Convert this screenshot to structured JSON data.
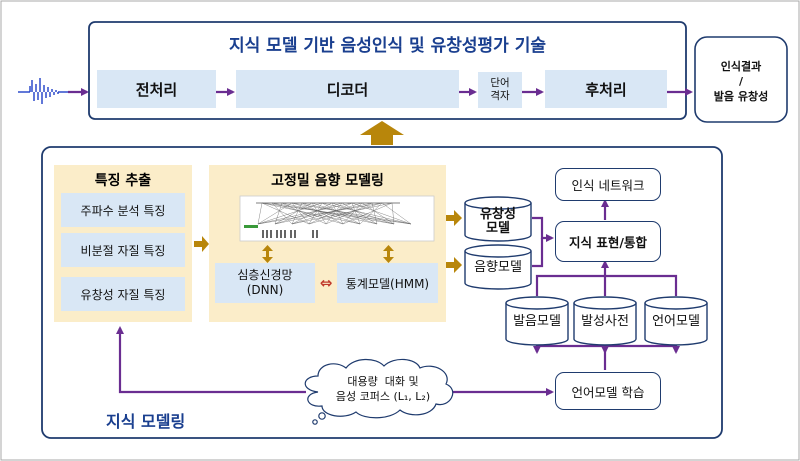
{
  "top_panel": {
    "title": "지식 모델 기반 음성인식 및 유창성평가 기술",
    "steps": {
      "preprocess": "전처리",
      "decoder": "디코더",
      "lattice_line1": "단어",
      "lattice_line2": "격자",
      "postprocess": "후처리"
    },
    "result_line1": "인식결과",
    "result_line2": "/",
    "result_line3": "발음 유창성"
  },
  "bottom_panel": {
    "label": "지식 모델링",
    "feature": {
      "title": "특징 추출",
      "items": [
        "주파수 분석 특징",
        "비분절 자질 특징",
        "유창성 자질 특징"
      ]
    },
    "acoustic": {
      "title": "고정밀 음향 모델링",
      "dnn_line1": "심층신경망",
      "dnn_line2": "(DNN)",
      "swap_symbol": "⇔",
      "hmm": "통계모델(HMM)"
    },
    "left_models": [
      "유창성 모델",
      "음향모델"
    ],
    "knowledge_network": "인식 네트워크",
    "representation": "지식 표현/통합",
    "bottom_models": [
      "발음모델",
      "발성사전",
      "언어모델"
    ],
    "training": "언어모델 학습",
    "corpus_line1": "대용량  대화 및",
    "corpus_line2": "음성 코퍼스 (L₁, L₂)"
  },
  "colors": {
    "navy": "#1f3b6e",
    "title_blue": "#1a3f8f",
    "light_blue": "#d9e7f5",
    "beige": "#fbedc9",
    "purple_arrow": "#6a2d91",
    "gold_arrow": "#b8860b"
  }
}
